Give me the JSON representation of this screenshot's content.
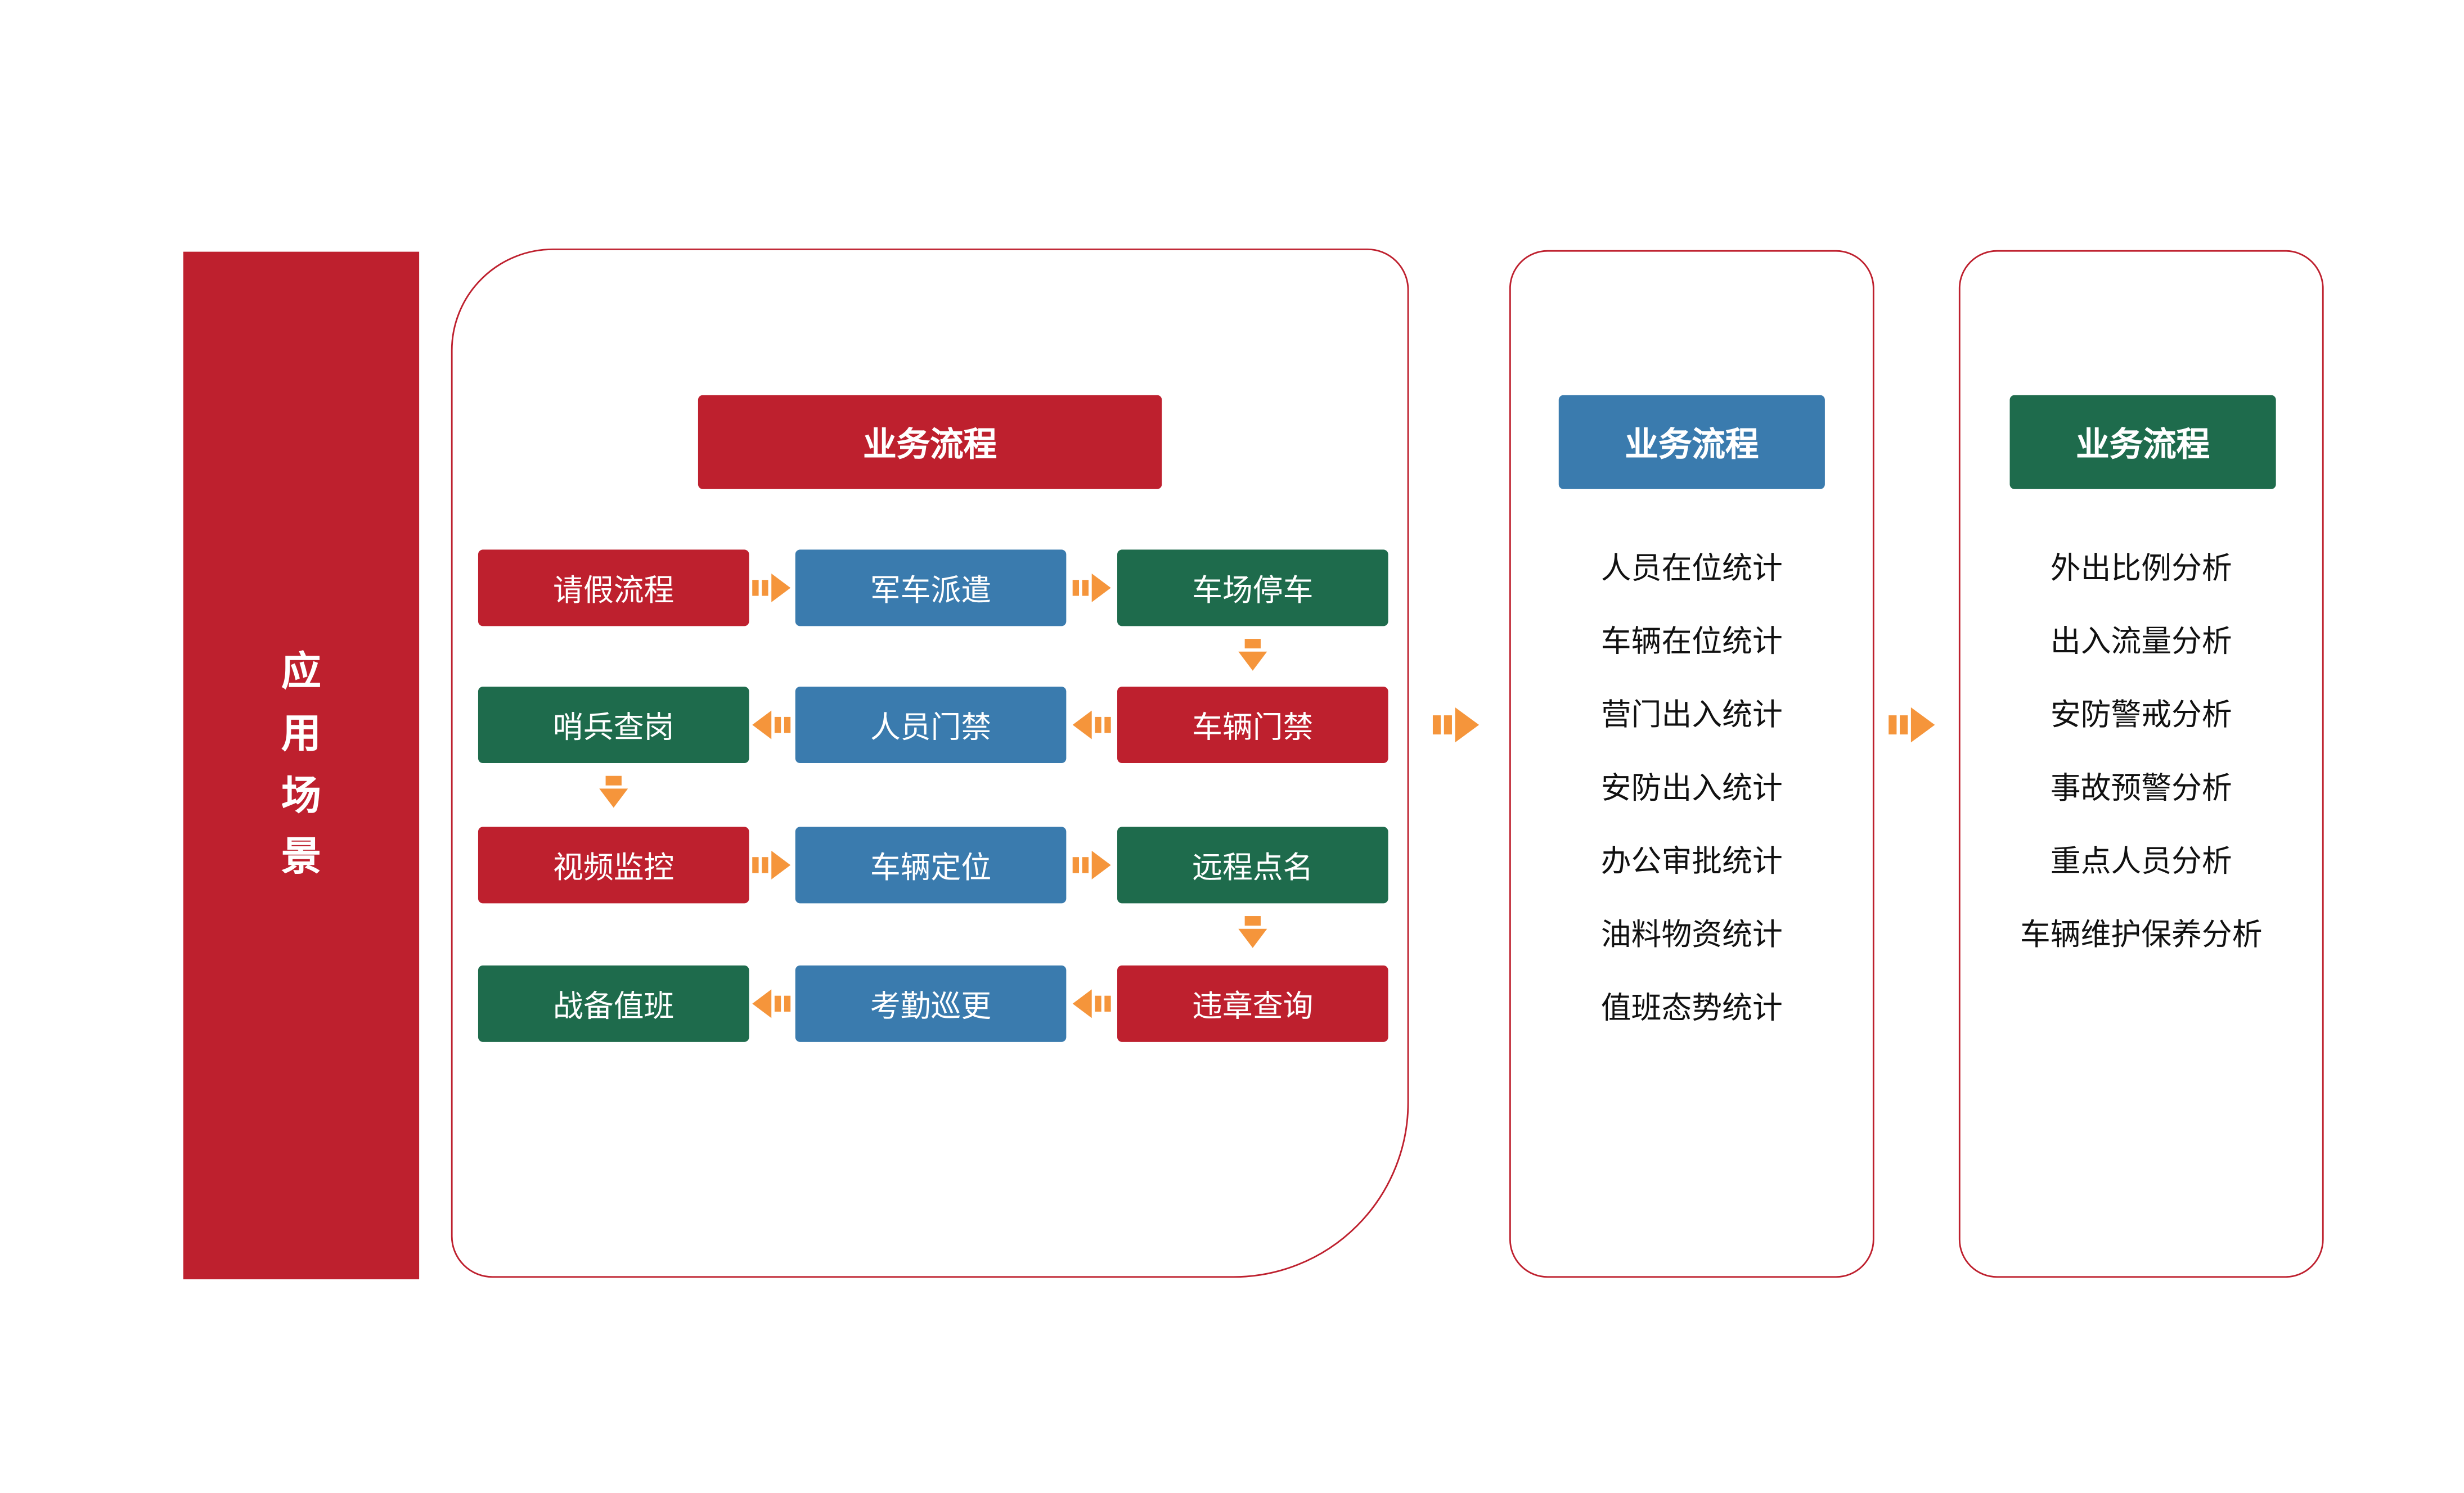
{
  "colors": {
    "red": "#BE202E",
    "blue": "#3A7BAE",
    "green": "#1E6B4C",
    "orange": "#F5953B",
    "background": "#FFFFFF"
  },
  "sidebar": {
    "label": "应\n用\n场\n景"
  },
  "process_panel": {
    "header": "业务流程",
    "grid": [
      [
        "请假流程",
        "军车派遣",
        "车场停车"
      ],
      [
        "哨兵查岗",
        "人员门禁",
        "车辆门禁"
      ],
      [
        "视频监控",
        "车辆定位",
        "远程点名"
      ],
      [
        "战备值班",
        "考勤巡更",
        "违章查询"
      ]
    ]
  },
  "stats_panel": {
    "header": "业务流程",
    "items": [
      "人员在位统计",
      "车辆在位统计",
      "营门出入统计",
      "安防出入统计",
      "办公审批统计",
      "油料物资统计",
      "值班态势统计"
    ]
  },
  "analysis_panel": {
    "header": "业务流程",
    "items": [
      "外出比例分析",
      "出入流量分析",
      "安防警戒分析",
      "事故预警分析",
      "重点人员分析",
      "车辆维护保养分析"
    ]
  }
}
